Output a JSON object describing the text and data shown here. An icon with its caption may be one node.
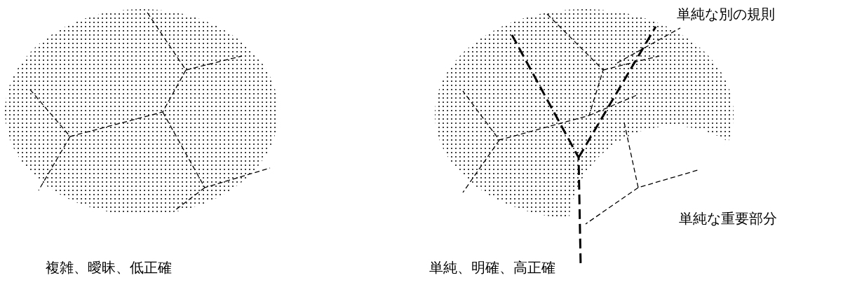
{
  "diagram": {
    "labels": [
      "単純な別の規則",
      "単純な重要部分",
      "複雑、曖昧、低正確",
      "単純、明確、高正確"
    ]
  }
}
